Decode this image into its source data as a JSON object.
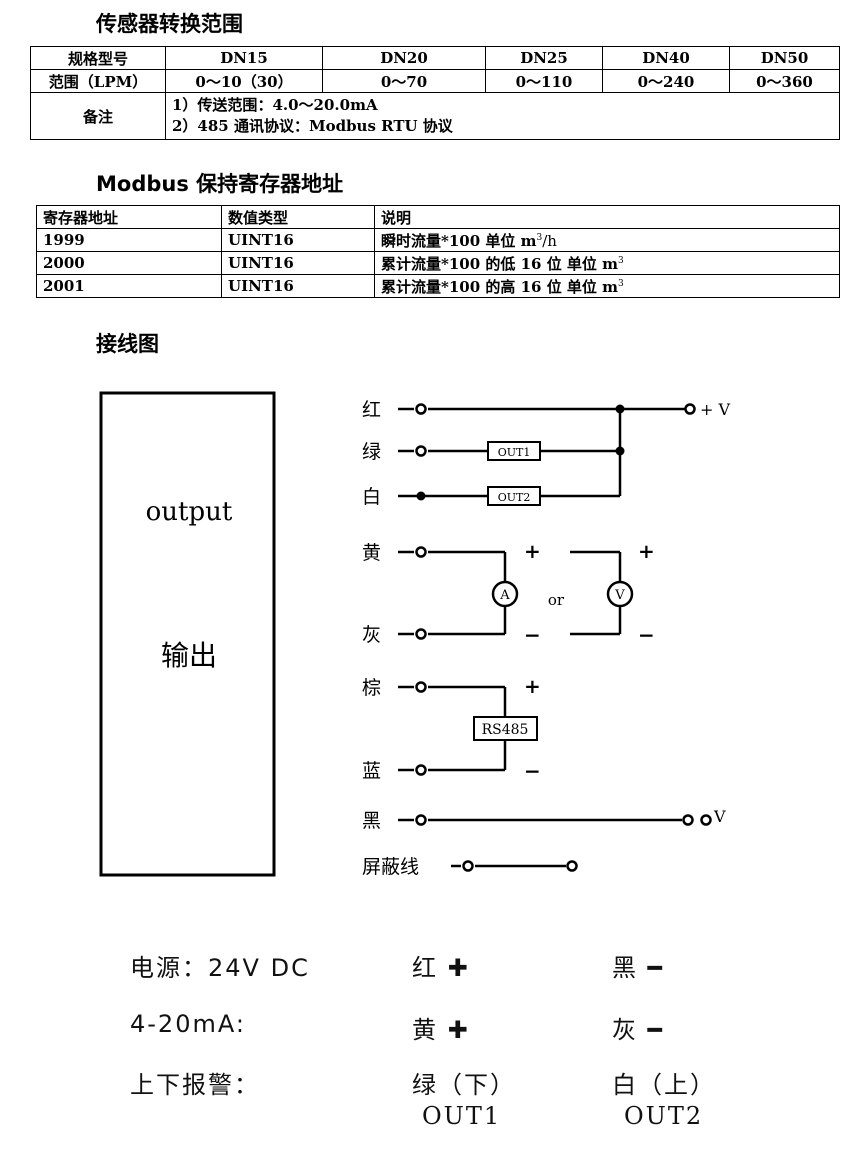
{
  "section1_title": "传感器转换范围",
  "spec_table": {
    "row1": [
      "规格型号",
      "DN15",
      "DN20",
      "DN25",
      "DN40",
      "DN50"
    ],
    "row2": [
      "范围（LPM）",
      "0～10（30）",
      "0～70",
      "0～110",
      "0～240",
      "0～360"
    ],
    "note_label": "备注",
    "note_line1": "1）传送范围：4.0～20.0mA",
    "note_line2": "2）485 通讯协议：Modbus RTU 协议"
  },
  "section2_title": "Modbus 保持寄存器地址",
  "reg_table": {
    "header": [
      "寄存器地址",
      "数值类型",
      "说明"
    ],
    "rows": [
      {
        "addr": "1999",
        "type": "UINT16",
        "desc": "瞬时流量*100 单位 m",
        "sup": "3",
        "tail": "/h"
      },
      {
        "addr": "2000",
        "type": "UINT16",
        "desc": "累计流量*100 的低 16 位   单位 m",
        "sup": "3",
        "tail": ""
      },
      {
        "addr": "2001",
        "type": "UINT16",
        "desc": "累计流量*100 的高 16 位   单位 m",
        "sup": "3",
        "tail": ""
      }
    ]
  },
  "section3_title": "接线图",
  "diagram": {
    "box_en": "output",
    "box_cn": "输出",
    "wires": [
      "红",
      "绿",
      "白",
      "黄",
      "灰",
      "棕",
      "蓝",
      "黑",
      "屏蔽线"
    ],
    "plus_v": "+ V",
    "out1": "OUT1",
    "out2": "OUT2",
    "ammeter": "A",
    "voltmeter": "V",
    "or": "or",
    "rs485": "RS485",
    "zero_v": "V",
    "plus": "+",
    "minus": "−"
  },
  "legend": {
    "power_label": "电源：24V DC",
    "power_pos": "红 ✚",
    "power_neg": "黑 ━",
    "current_label": "4-20mA:",
    "current_pos": "黄 ✚",
    "current_neg": "灰 ━",
    "alarm_label": "上下报警：",
    "alarm_low": "绿（下）",
    "alarm_high": "白（上）",
    "out1": "OUT1",
    "out2": "OUT2"
  }
}
